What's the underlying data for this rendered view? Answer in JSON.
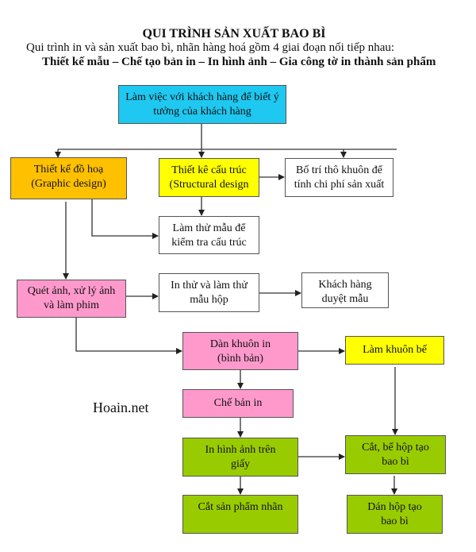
{
  "header": {
    "title": "QUI TRÌNH  SẢN XUẤT BAO BÌ",
    "subtitle": "Qui trình in và sản xuất bao bì, nhãn hàng hoá gồm 4 giai đoạn nối tiếp nhau:",
    "stages": "Thiết kế mẫu – Chế tạo bản in – In hình ảnh – Gia công tờ in thành sản phẩm"
  },
  "colors": {
    "cyan": "#1ec8f0",
    "orange": "#ffc000",
    "yellow": "#ffff00",
    "pink": "#ff99cc",
    "green": "#99cc00",
    "white": "#ffffff"
  },
  "nodes": {
    "customer": "Làm việc với khách hàng để biết ý\ntưởng của khách hàng",
    "graphic": "Thiết kế đồ hoạ\n(Graphic design)",
    "structural": "Thiết kê cấu trúc\n(Structural design",
    "cost": "Bố trí thô khuôn để\ntính chi phí sản xuất",
    "prototype": "Làm thử mẫu để\nkiểm tra cấu trúc",
    "scan": "Quét ảnh, xử lý ảnh\nvà làm phim",
    "proof": "In thử và làm thử\nmẫu hộp",
    "approve": "Khách hàng\nduyệt mẫu",
    "imposition": "Dàn khuôn in\n(bình bản)",
    "diecut_make": "Làm khuôn bế",
    "plate": "Chế bản in",
    "print": "In hình ảnh trên\ngiấy",
    "diecut": "Cắt, bế hộp tạo\nbao bì",
    "cut_label": "Cắt sản phẩm nhãn",
    "glue": "Dán hộp tạo\nbao bì"
  },
  "watermark": "Hoain.net"
}
